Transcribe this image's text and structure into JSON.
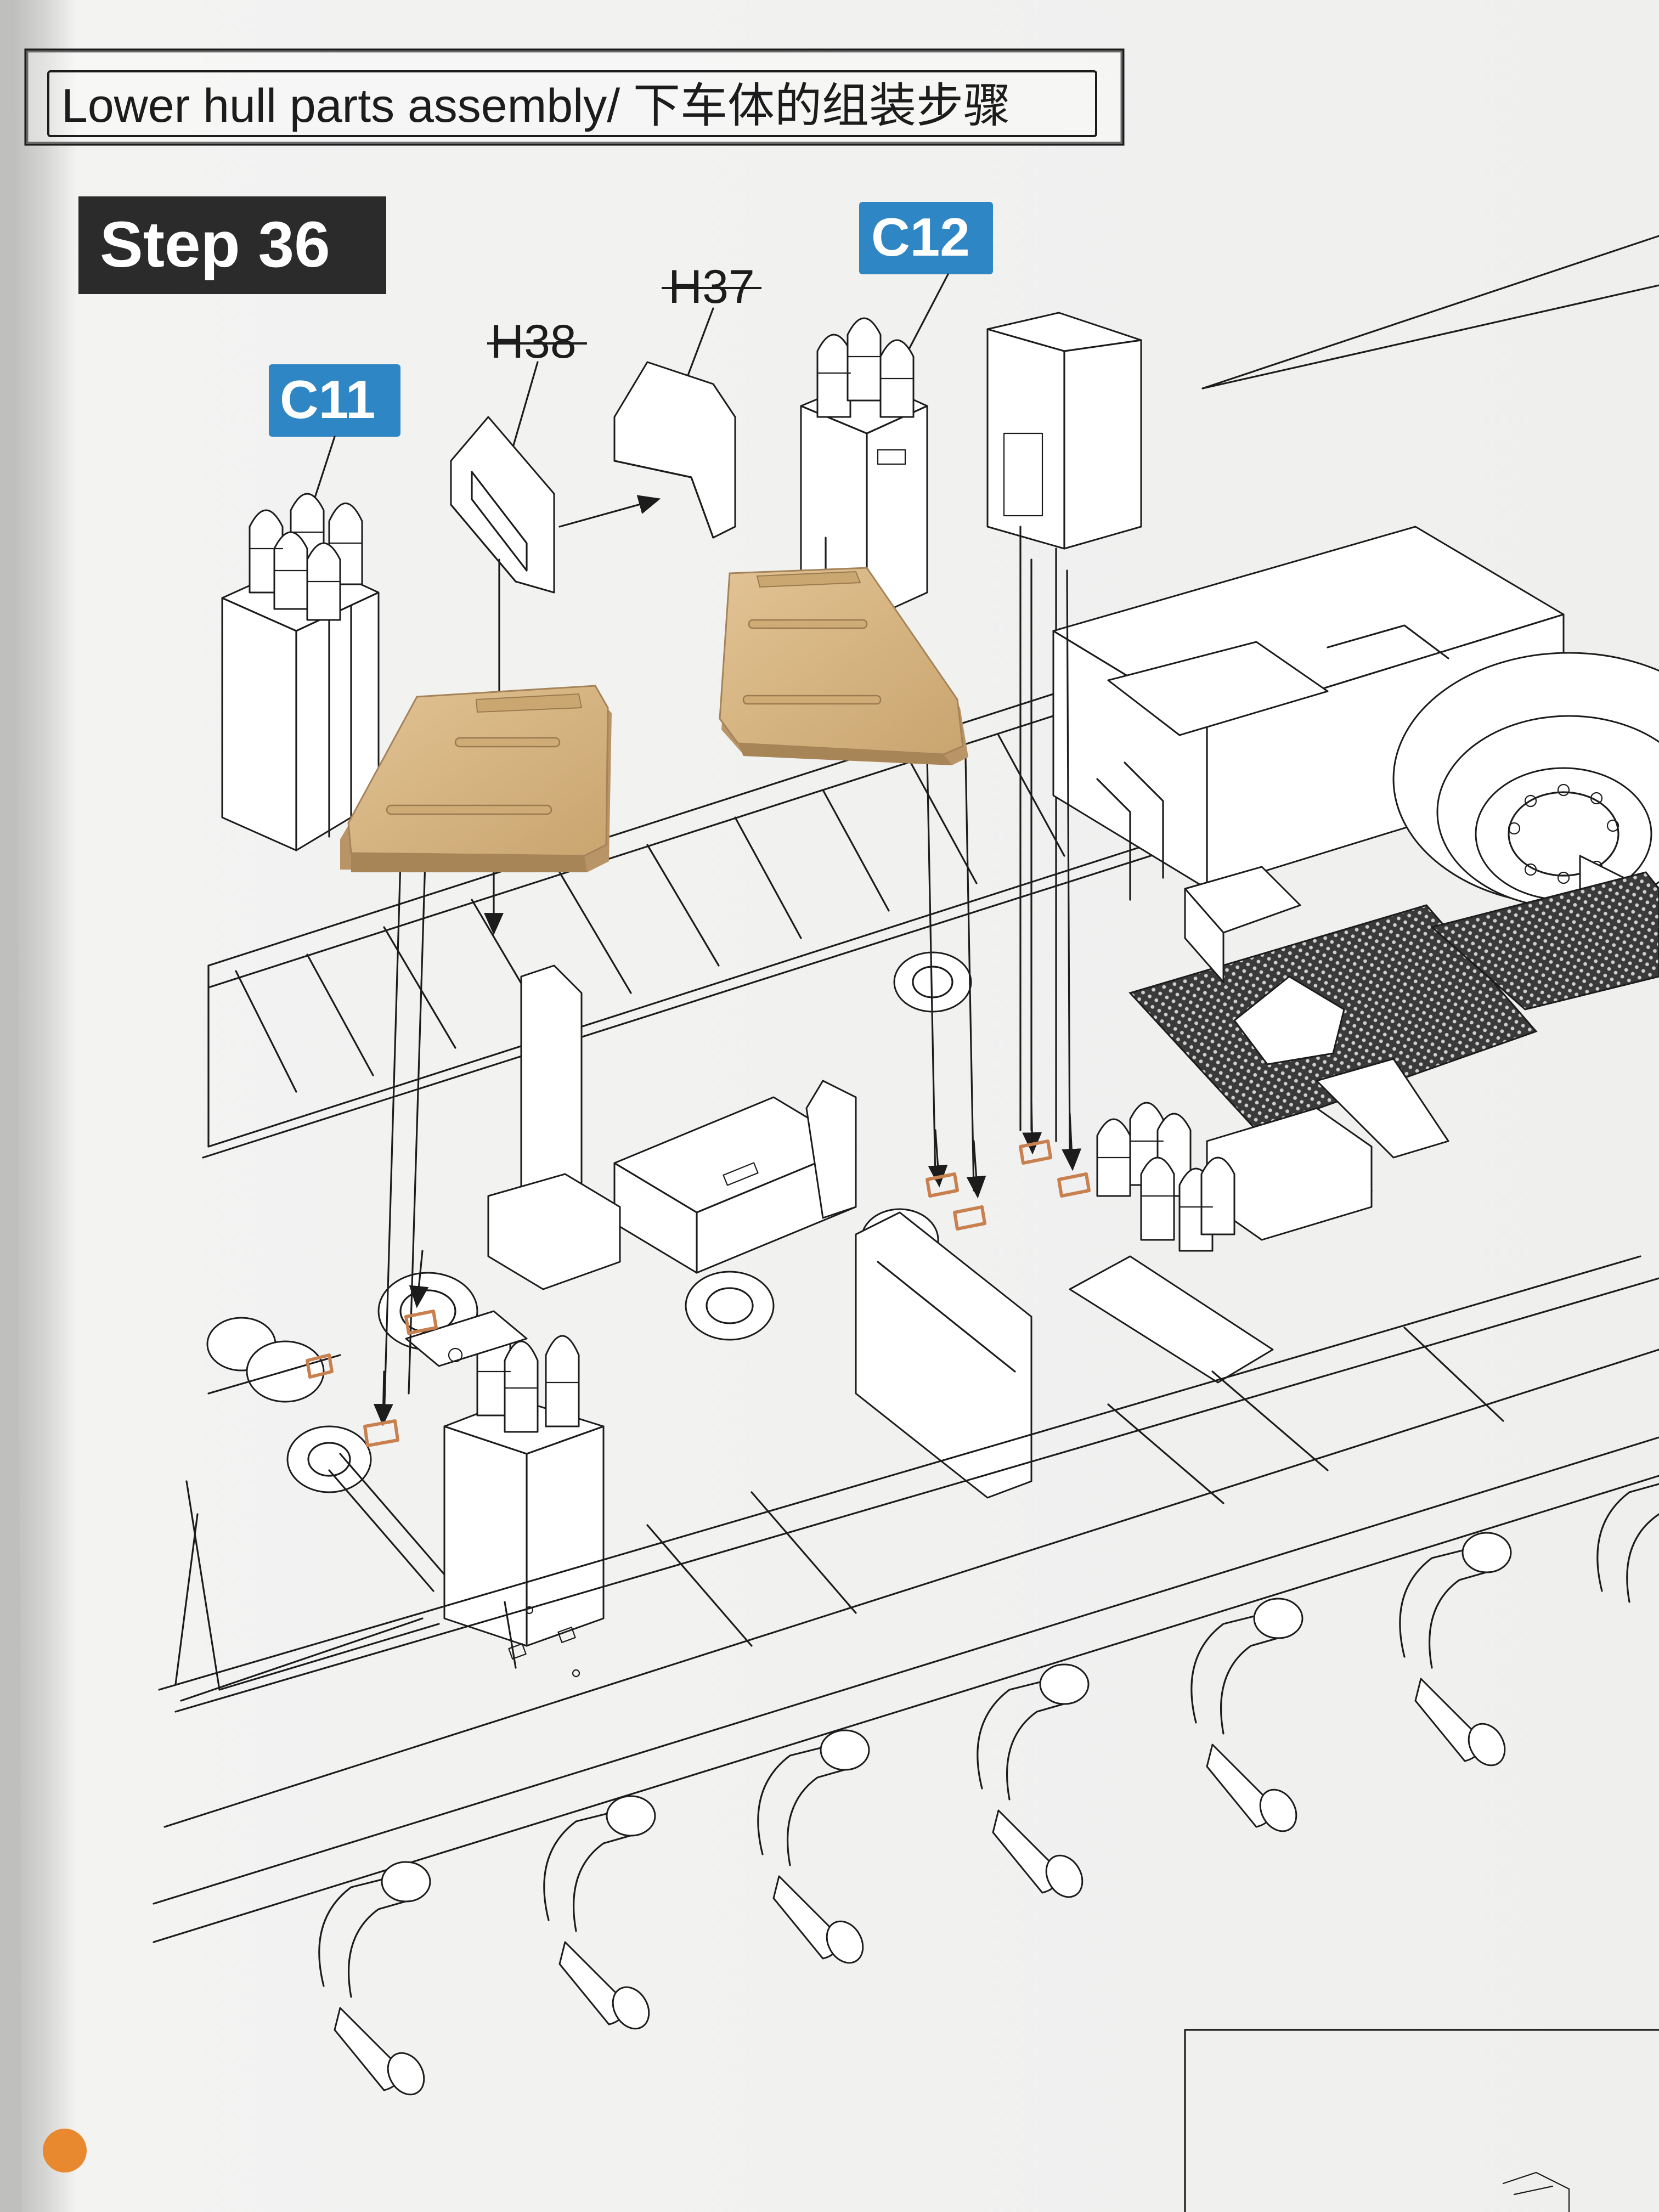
{
  "header": {
    "title": "Lower hull parts assembly/ 下车体的组装步骤"
  },
  "step": {
    "label": "Step 36"
  },
  "parts": {
    "c11": "C11",
    "c12": "C12",
    "h37": "H37",
    "h38": "H38"
  },
  "colors": {
    "paper": "#f3f3f2",
    "ink": "#1c1c1c",
    "part_tag_blue": "#2f86c4",
    "step_badge": "#2b2b2b",
    "resin_tan": "#d9b885",
    "photo_etch_copper": "#c9804f",
    "orange_dot": "#e8892f"
  }
}
